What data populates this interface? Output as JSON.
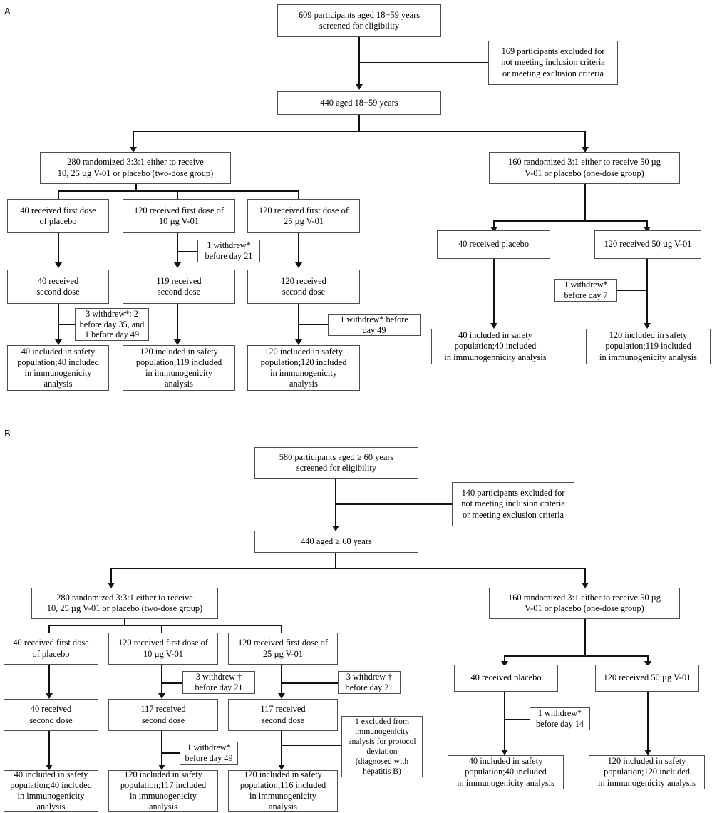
{
  "figure": {
    "panels": [
      {
        "label": "A",
        "nodes": {
          "screened": "609 participants aged  18−59 years\nscreened  for eligibility",
          "excluded": "169 participants excluded for\nnot meeting inclusion criteria\nor  meeting exclusion criteria",
          "enrolled": "440 aged 18−59 years",
          "randomized_two_dose": "280 randomized 3:3:1 either to receive\n10, 25 µg V-01 or placebo (two-dose group)",
          "randomized_one_dose": "160 randomized 3:1 either to receive 50 µg\nV-01 or placebo (one-dose group)",
          "first_dose_placebo": "40  received first dose\nof placebo",
          "first_dose_10": "120 received first dose of\n10 µg V-01",
          "first_dose_25": "120 received first dose of\n25 µg V-01",
          "withdrew_10_day21": "1 withdrew* \nbefore day 21",
          "second_dose_placebo": "40  received\nsecond dose",
          "second_dose_10": "119 received\nsecond dose",
          "second_dose_25": "120 received\nsecond dose",
          "withdrew_placebo_multi": "3 withdrew*: 2\nbefore day 35, and\n1 before day 49",
          "withdrew_25_day49": "1 withdrew* before\nday 49",
          "final_placebo": "40 included in safety\npopulation;40 included\nin immunogenicity\nanalysis",
          "final_10": "120 included in safety\npopulation;119 included\nin immunogenicity\nanalysis",
          "final_25": "120 included in safety\npopulation;120 included\nin immunogenicity\nanalysis",
          "one_dose_placebo": "40  received placebo",
          "one_dose_50": "120 received 50 µg V-01",
          "withdrew_50_day7": "1 withdrew*\nbefore day 7",
          "final_one_dose_placebo": "40 included in safety\npopulation;40 included\nin immunogennicity analysis",
          "final_one_dose_50": "120 included in safety\npopulation;119 included\nin immunogenicity analysis"
        }
      },
      {
        "label": "B",
        "nodes": {
          "screened": "580 participants aged  ≥ 60 years\nscreened  for eligibility",
          "excluded": "140 participants excluded for\nnot meeting inclusion criteria\nor  meeting exclusion criteria",
          "enrolled": "440 aged ≥ 60 years",
          "randomized_two_dose": "280 randomized 3:3:1 either to receive\n10, 25 µg V-01 or placebo (two-dose group)",
          "randomized_one_dose": "160 randomized 3:1 either to receive 50 µg\nV-01 or placebo (one-dose group)",
          "first_dose_placebo": "40  received first dose\nof placebo",
          "first_dose_10": "120 received first dose of\n10 µg V-01",
          "first_dose_25": "120 received first dose of\n25 µg V-01",
          "withdrew_10_day21": "3 withdrew †\nbefore day 21",
          "withdrew_25_day21": "3 withdrew †\nbefore day 21",
          "second_dose_placebo": "40  received\nsecond dose",
          "second_dose_10": "117 received\nsecond dose",
          "second_dose_25": "117 received\nsecond dose",
          "withdrew_10_day49": "1 withdrew*\nbefore day 49",
          "excluded_protocol": "1 excluded from\nimmunogenicity\nanalysis for protocol\ndeviation\n(diagnosed with\nhepatitis B)",
          "final_placebo": "40 included in safety\npopulation;40 included\nin immunogenicity\nanalysis",
          "final_10": "120 included in safety\npopulation;117 included\nin immunogenicity\nanalysis",
          "final_25": "120 included in safety\npopulation;116 included\nin immunogenicity\nanalysis",
          "one_dose_placebo": "40  received placebo",
          "one_dose_50": "120 received 50 µg V-01",
          "withdrew_50_day14": "1 withdrew*\nbefore day 14",
          "final_one_dose_placebo": "40 included in safety\npopulation;40 included\nin immunogenicity analysis",
          "final_one_dose_50": "120 included in safety\npopulation;120 included\nin immunogenicity analysis"
        }
      }
    ],
    "colors": {
      "box_border": "#4d4d4d",
      "line": "#111111",
      "text": "#000000",
      "background": "#ffffff"
    }
  }
}
